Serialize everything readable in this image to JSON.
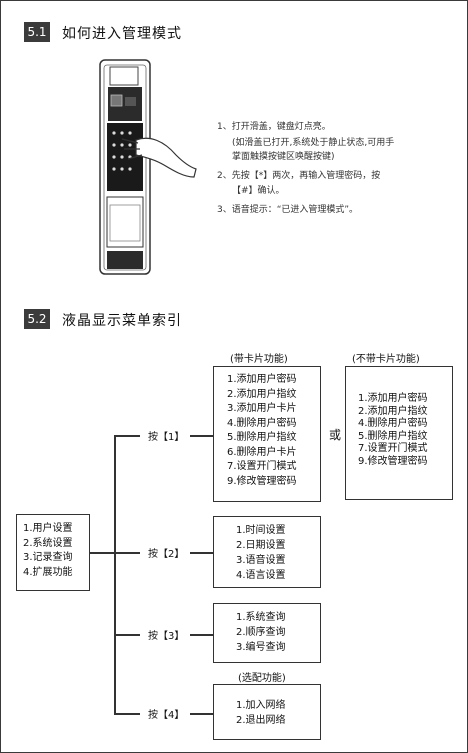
{
  "section1": {
    "number": "5.1",
    "title": "如何进入管理模式",
    "steps": [
      "1、打开滑盖，键盘灯点亮。",
      "(如滑盖已打开,系统处于静止状态,可用手",
      "掌面触摸按键区唤醒按键)",
      "2、先按【*】两次，再输入管理密码，按",
      "【#】确认。",
      "3、语音提示：“已进入管理模式”。"
    ]
  },
  "section2": {
    "number": "5.2",
    "title": "液晶显示菜单索引",
    "main_menu": [
      "1.用户设置",
      "2.系统设置",
      "3.记录查询",
      "4.扩展功能"
    ],
    "branches": [
      {
        "key": "按【1】",
        "with_card_header": "(带卡片功能)",
        "with_card_items": [
          "1.添加用户密码",
          "2.添加用户指纹",
          "3.添加用户卡片",
          "4.删除用户密码",
          "5.删除用户指纹",
          "6.删除用户卡片",
          "7.设置开门模式",
          "9.修改管理密码"
        ],
        "or_label": "或",
        "without_card_header": "(不带卡片功能)",
        "without_card_items": [
          "1.添加用户密码",
          "2.添加用户指纹",
          "4.删除用户密码",
          "5.删除用户指纹",
          "7.设置开门模式",
          "9.修改管理密码"
        ]
      },
      {
        "key": "按【2】",
        "items": [
          "1.时间设置",
          "2.日期设置",
          "3.语音设置",
          "4.语言设置"
        ]
      },
      {
        "key": "按【3】",
        "items": [
          "1.系统查询",
          "2.顺序查询",
          "3.编号查询"
        ]
      },
      {
        "key": "按【4】",
        "header": "(选配功能)",
        "items": [
          "1.加入网络",
          "2.退出网络"
        ]
      }
    ]
  }
}
